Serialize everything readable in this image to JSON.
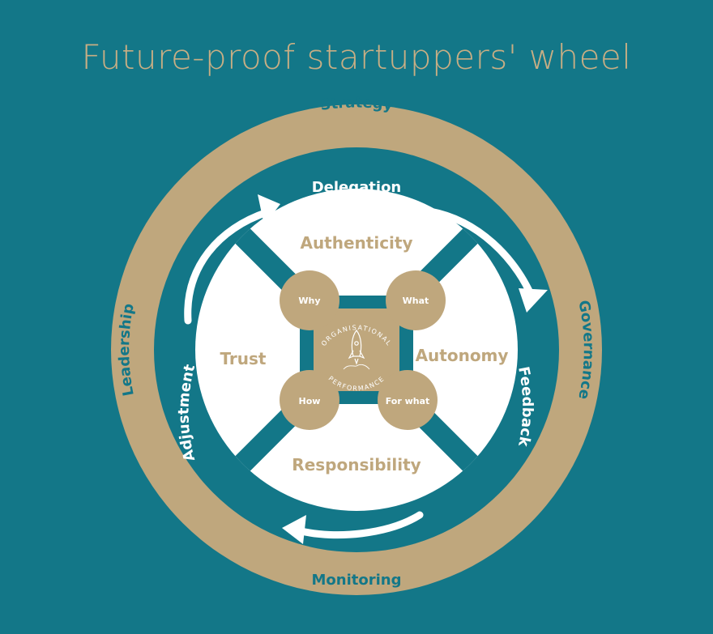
{
  "title": "Future-proof startuppers' wheel",
  "colors": {
    "background": "#137788",
    "gold": "#bfa77d",
    "white": "#ffffff"
  },
  "outer_ring": {
    "top": "Strategy",
    "right": "Governance",
    "bottom": "Monitoring",
    "left": "Leadership"
  },
  "inner_ring": {
    "top": "Delegation",
    "right": "Feedback",
    "left": "Adjustment"
  },
  "quadrants": {
    "top": "Authenticity",
    "right": "Autonomy",
    "bottom": "Responsibility",
    "left": "Trust"
  },
  "hub_circles": {
    "top_left": "Why",
    "top_right": "What",
    "bottom_left": "How",
    "bottom_right": "For what"
  },
  "center": {
    "arc_top": "ORGANISATIONAL",
    "arc_bottom": "PERFORMANCE",
    "icon": "rocket-icon"
  }
}
